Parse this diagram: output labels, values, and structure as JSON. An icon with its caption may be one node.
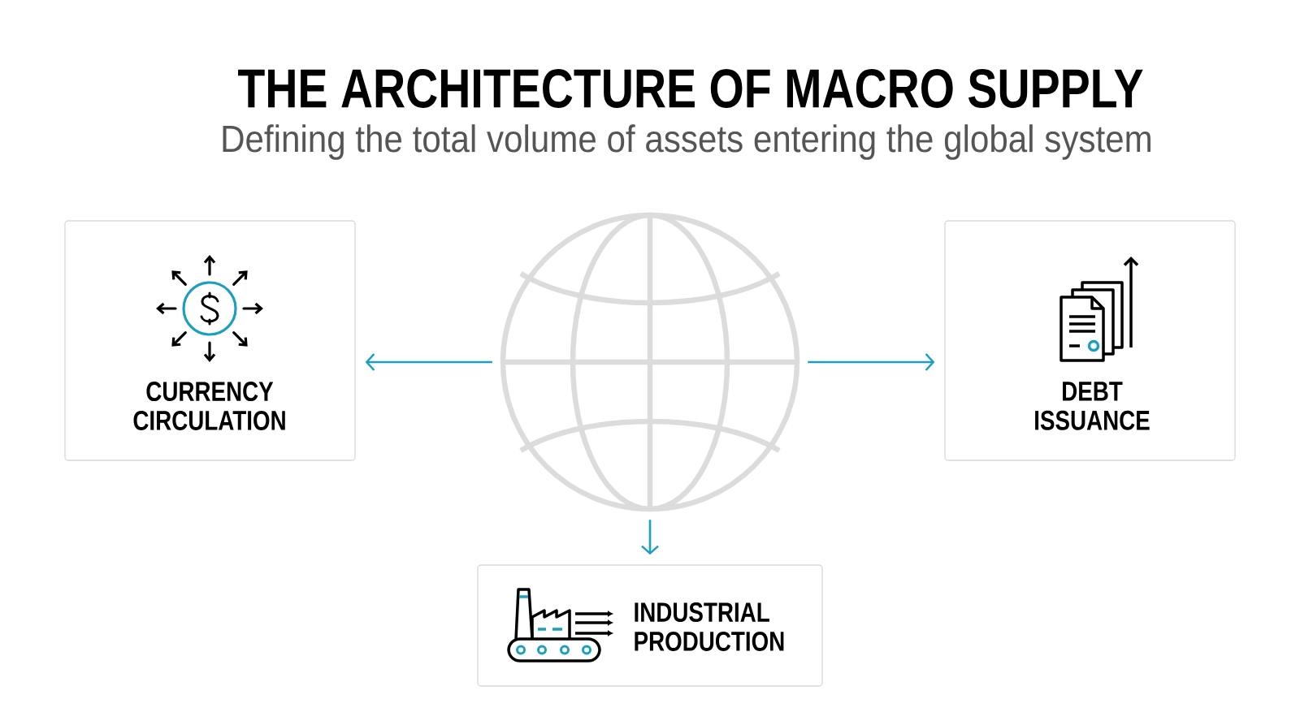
{
  "diagram": {
    "title": "THE ARCHITECTURE OF MACRO SUPPLY",
    "caption": "Defining the total volume of assets entering the global system",
    "nodes": [
      {
        "text": [],
        "shape": "picture"
      },
      {
        "text": [
          "CURRENCY CIRCULATION"
        ]
      },
      {
        "text": [
          "DEBT ISSUANCE"
        ]
      },
      {
        "text": [
          "INDUSTRIAL PRODUCTION"
        ]
      }
    ],
    "edges": [
      {
        "from": 0,
        "to": 1,
        "arrow": "to"
      },
      {
        "from": 0,
        "to": 2,
        "arrow": "to"
      },
      {
        "from": 0,
        "to": 3,
        "arrow": "to"
      }
    ]
  }
}
